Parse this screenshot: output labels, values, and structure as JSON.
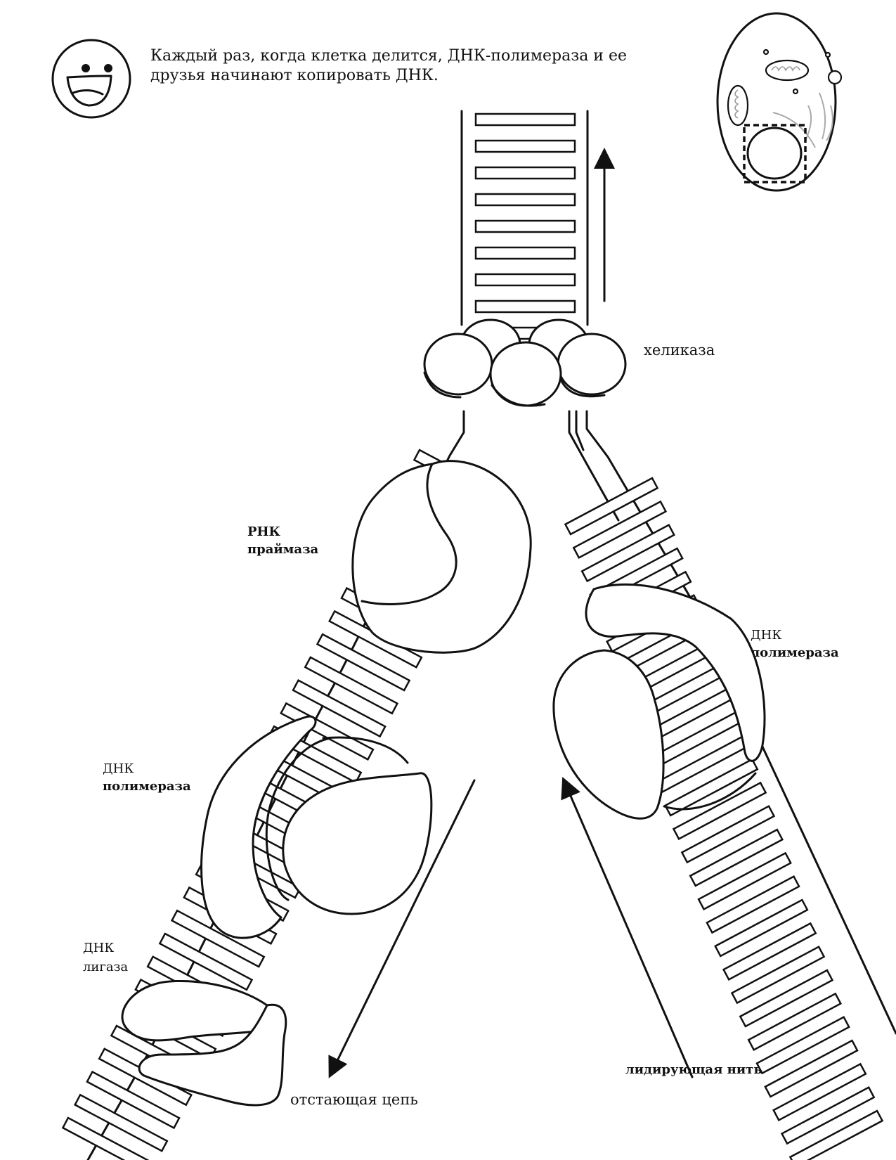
{
  "intro_text": "Каждый раз, когда клетка делится, ДНК-полимераза и ее друзья начинают копировать ДНК.",
  "labels": {
    "helicase": "хеликаза",
    "rna_primase_line1": "РНК",
    "rna_primase_line2": "праймаза",
    "dna_polymerase_right_line1": "ДНК",
    "dna_polymerase_right_line2": "полимераза",
    "dna_polymerase_left_line1": "ДНК",
    "dna_polymerase_left_line2": "полимераза",
    "dna_ligase_line1": "ДНК",
    "dna_ligase_line2": "лигаза",
    "lagging_strand": "отстающая цепь",
    "leading_strand": "лидирующая нить"
  }
}
